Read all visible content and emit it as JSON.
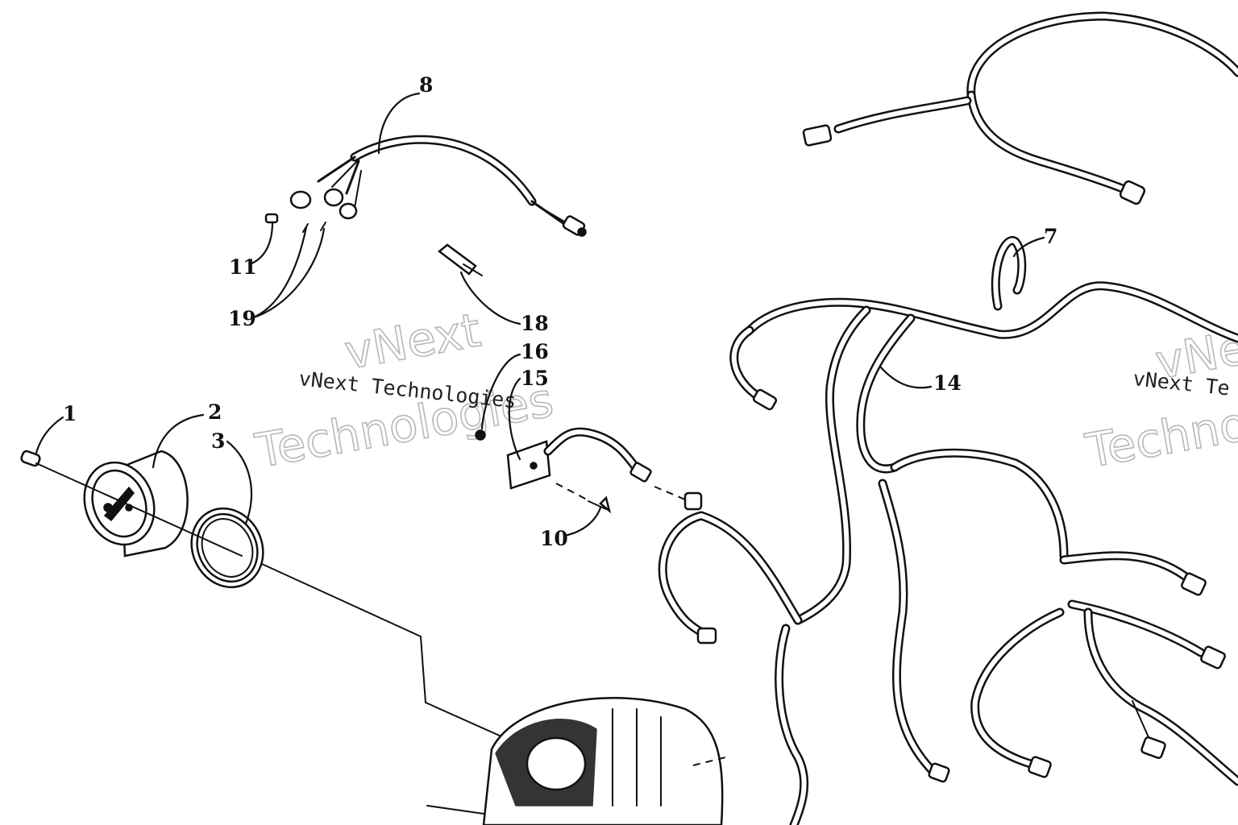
{
  "callouts": {
    "c1": "1",
    "c2": "2",
    "c3": "3",
    "c7": "7",
    "c8": "8",
    "c10": "10",
    "c11": "11",
    "c14": "14",
    "c15": "15",
    "c16": "16",
    "c18": "18",
    "c19": "19"
  },
  "watermarks": {
    "small_left": "vNext Technologies",
    "big_left_line1": "vNext",
    "big_left_line2": "Technologies",
    "small_right": "vNext Te",
    "big_right_line1": "vNe",
    "big_right_line2": "Techno"
  }
}
